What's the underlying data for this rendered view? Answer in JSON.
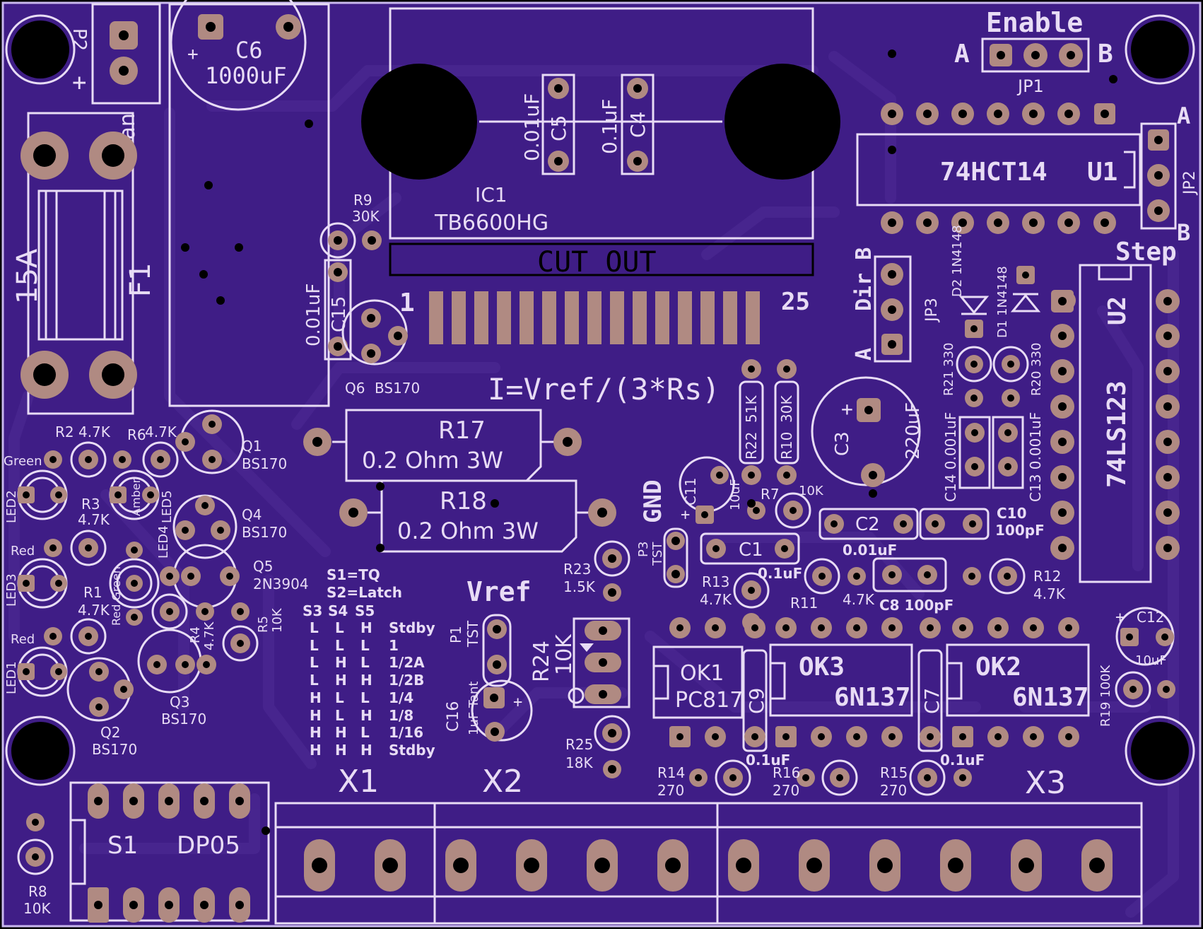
{
  "colors": {
    "board": "#3f1d86",
    "silk": "#e8dcf5",
    "copper": "#b08a82",
    "trace": "#4b2a92",
    "hole": "#000000"
  },
  "title": {
    "formula": "I=Vref/(3*Rs)",
    "cut_out": "CUT OUT",
    "pin1": "1",
    "pin25": "25"
  },
  "labels": {
    "enable": "Enable",
    "enable_a": "A",
    "enable_b": "B",
    "jp1": "JP1",
    "jp2": "JP2",
    "jp2_a": "A",
    "jp2_b": "B",
    "step": "Step",
    "jp3": "JP3",
    "dir_b": "Dir B",
    "dir_a": "A",
    "p2": "P2",
    "fan": "Fan",
    "plus": "+",
    "fuse_rating": "15A",
    "fuse": "F1",
    "c6": "C6",
    "c6_val": "1000uF",
    "c5": "C5",
    "c5_val": "0.01uF",
    "c4": "C4",
    "c4_val": "0.1uF",
    "ic1": "IC1",
    "ic1_val": "TB6600HG",
    "r9": "R9",
    "r9_val": "30K",
    "c15": "C15",
    "c15_val": "0.01uF",
    "q6": "Q6",
    "q6_val": "BS170",
    "u1": "U1",
    "u1_val": "74HCT14",
    "u2": "U2",
    "u2_val": "74LS123",
    "d2": "D2 1N4148",
    "d1": "D1 1N4148",
    "r21": "R21 330",
    "r20": "R20 330",
    "c14": "C14 0.001uF",
    "c13": "C13 0.001uF",
    "r22": "R22",
    "r22_val": "51K",
    "r10": "R10",
    "r10_val": "30K",
    "c3": "C3",
    "c3_val": "220uF",
    "r17": "R17",
    "r17_val": "0.2 Ohm 3W",
    "r18": "R18",
    "r18_val": "0.2 Ohm 3W",
    "gnd": "GND",
    "p3": "P3",
    "tst": "TST",
    "c11": "C11",
    "c11_val": "10uF",
    "r7": "R7",
    "r7_val": "10K",
    "c2": "C2",
    "c2_val": "0.01uF",
    "c10": "C10",
    "c10_val": "100pF",
    "c1": "C1",
    "c1_val": "0.1uF",
    "r13": "R13",
    "r13_val": "4.7K",
    "r11": "R11",
    "r11_val": "4.7K",
    "c8": "C8 100pF",
    "r12": "R12",
    "r12_val": "4.7K",
    "c12": "C12",
    "c12_val": "10uF",
    "r19": "R19 100K",
    "ok1": "OK1",
    "ok1_val": "PC817",
    "ok3": "OK3",
    "ok3_val": "6N137",
    "ok2": "OK2",
    "ok2_val": "6N137",
    "c9": "C9",
    "c9_val": "0.1uF",
    "c7": "C7",
    "c7_val": "0.1uF",
    "r14": "R14",
    "r14_val": "270",
    "r16": "R16",
    "r16_val": "270",
    "r15": "R15",
    "r15_val": "270",
    "x1": "X1",
    "x2": "X2",
    "x3": "X3",
    "vref": "Vref",
    "p1": "P1",
    "p1_tst": "TST",
    "r23": "R23",
    "r23_val": "1.5K",
    "r24": "R24",
    "r24_val": "10K",
    "r25": "R25",
    "r25_val": "18K",
    "c16": "C16",
    "c16_val": "1uF Tant",
    "r2": "R2 4.7K",
    "r6": "R6",
    "r6_val": "4.7K",
    "green": "Green",
    "led2": "LED2",
    "amber": "Amber",
    "led5": "LED5",
    "r3": "R3",
    "r3_val": "4.7K",
    "red3": "Red",
    "led3": "LED3",
    "led4": "LED4",
    "red_green": "Red Green",
    "r1": "R1",
    "r1_val": "4.7K",
    "red1": "Red",
    "led1": "LED1",
    "q1": "Q1",
    "q1_val": "BS170",
    "q4": "Q4",
    "q4_val": "BS170",
    "q5": "Q5",
    "q5_val": "2N3904",
    "r4": "R4",
    "r4_val": "4.7K",
    "r5": "R5",
    "r5_val": "10K",
    "q3": "Q3",
    "q3_val": "BS170",
    "q2": "Q2",
    "q2_val": "BS170",
    "s1": "S1",
    "s1_val": "DP05",
    "r8": "R8",
    "r8_val": "10K"
  },
  "table": {
    "note1": "S1=TQ",
    "note2": "S2=Latch",
    "headers": [
      "S3",
      "S4",
      "S5"
    ],
    "rows": [
      [
        "L",
        "L",
        "H",
        "Stdby"
      ],
      [
        "L",
        "L",
        "L",
        "1"
      ],
      [
        "L",
        "H",
        "L",
        "1/2A"
      ],
      [
        "L",
        "H",
        "H",
        "1/2B"
      ],
      [
        "H",
        "L",
        "L",
        "1/4"
      ],
      [
        "H",
        "L",
        "H",
        "1/8"
      ],
      [
        "H",
        "H",
        "L",
        "1/16"
      ],
      [
        "H",
        "H",
        "H",
        "Stdby"
      ]
    ]
  }
}
